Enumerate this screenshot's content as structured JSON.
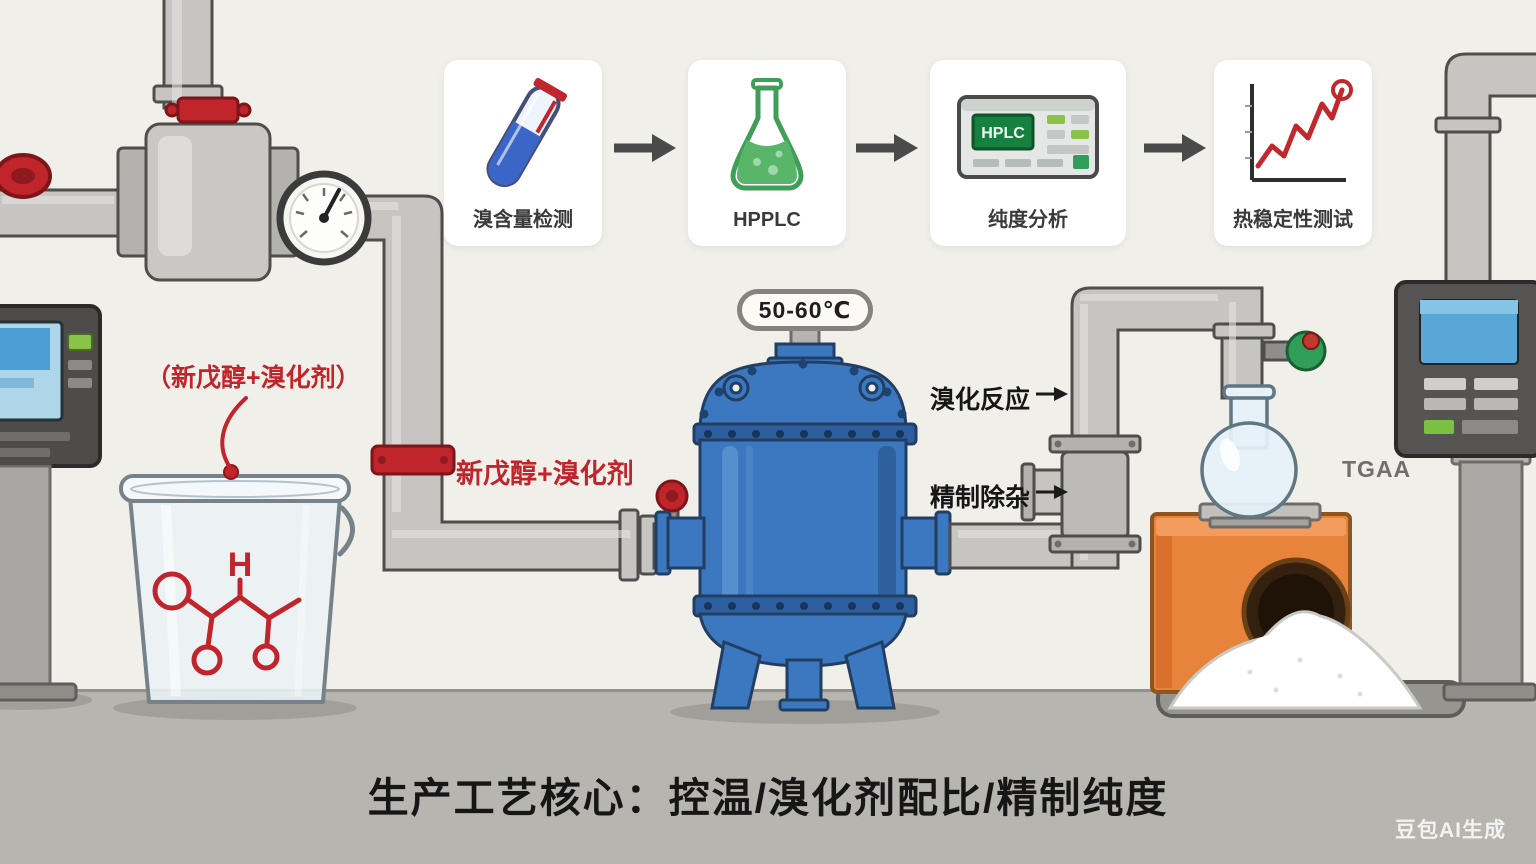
{
  "cards": [
    {
      "label": "溴含量检测",
      "icon": "test-tube"
    },
    {
      "label": "HPPLC",
      "icon": "erlenmeyer-flask"
    },
    {
      "label": "纯度分析",
      "icon": "hplc-instrument",
      "device_text": "HPLC"
    },
    {
      "label": "热稳定性测试",
      "icon": "thermal-line-chart"
    }
  ],
  "annotations": {
    "feed_label_bucket": "（新戊醇+溴化剂）",
    "feed_label_pipe": "新戊醇+溴化剂",
    "step_bromination": "溴化反应",
    "step_purification": "精制除杂",
    "temperature": "50-60℃",
    "product": "TGAA",
    "atom_h": "H"
  },
  "title": "生产工艺核心：控温/溴化剂配比/精制纯度",
  "watermark": "豆包AI生成",
  "colors": {
    "accent_red": "#bf252b",
    "reactor_blue": "#3b78bf",
    "furnace_orange": "#e7833b",
    "pipe_gray": "#c6c5c2",
    "floor_gray": "#b7b5b0"
  }
}
